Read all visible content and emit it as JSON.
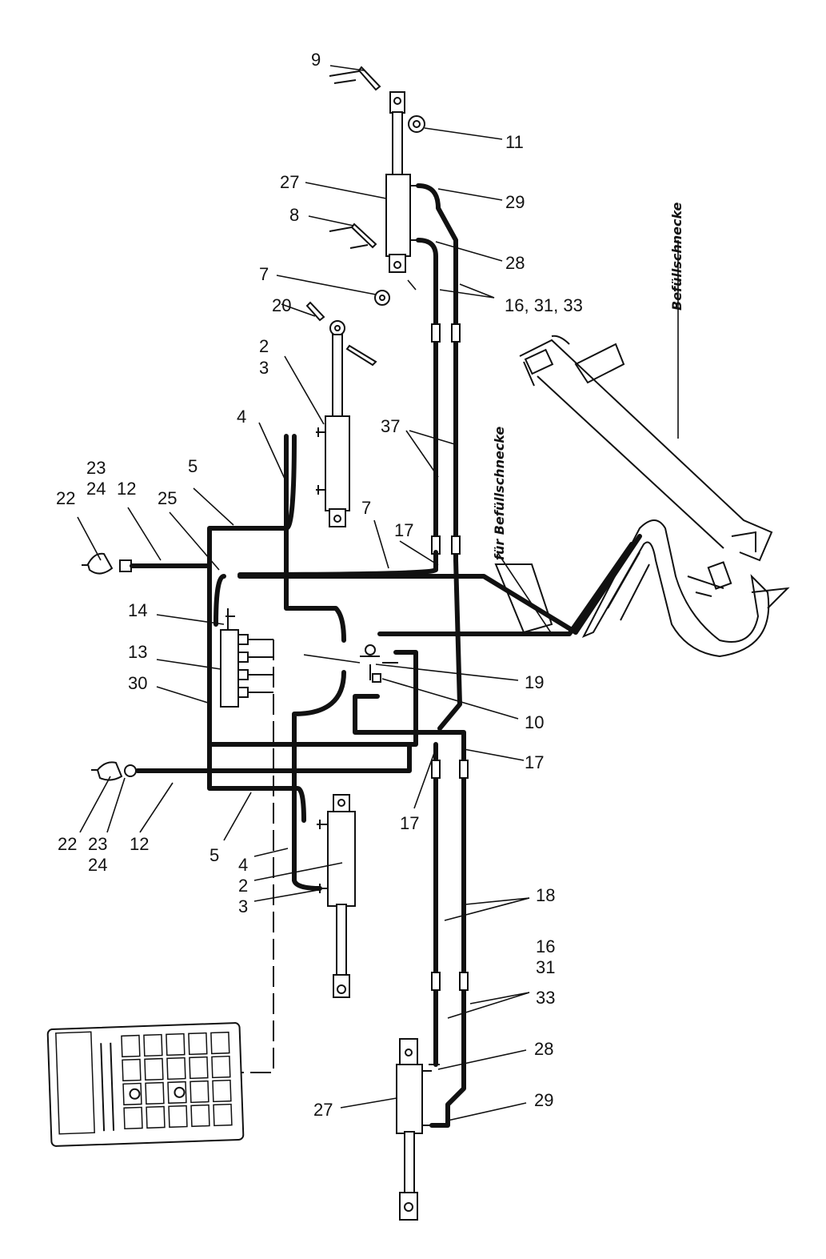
{
  "diagram": {
    "side_labels": {
      "befuellschnecke": "Befüllschnecke",
      "fuer_befuellschnecke": "für Befüllschnecke"
    },
    "callouts": {
      "n9": "9",
      "n11": "11",
      "n27_top": "27",
      "n29_top": "29",
      "n8": "8",
      "n28_top": "28",
      "n7_top": "7",
      "n16_31_33_top": "16, 31, 33",
      "n20": "20",
      "n2_top": "2",
      "n3_top": "3",
      "n4_top": "4",
      "n37": "37",
      "n23_top": "23",
      "n24_top": "24",
      "n12_top": "12",
      "n5_top": "5",
      "n25": "25",
      "n7_mid": "7",
      "n22_top": "22",
      "n17_top": "17",
      "n14": "14",
      "n13": "13",
      "n30": "30",
      "n19": "19",
      "n10": "10",
      "n17_right": "17",
      "n17_mid": "17",
      "n22_bottom": "22",
      "n23_bottom": "23",
      "n24_bottom": "24",
      "n12_bottom": "12",
      "n5_bottom": "5",
      "n4_bottom": "4",
      "n2_bottom": "2",
      "n3_bottom": "3",
      "n18": "18",
      "n16_bottom": "16",
      "n31_bottom": "31",
      "n33_bottom": "33",
      "n28_bottom": "28",
      "n27_bottom": "27",
      "n29_bottom": "29"
    }
  }
}
